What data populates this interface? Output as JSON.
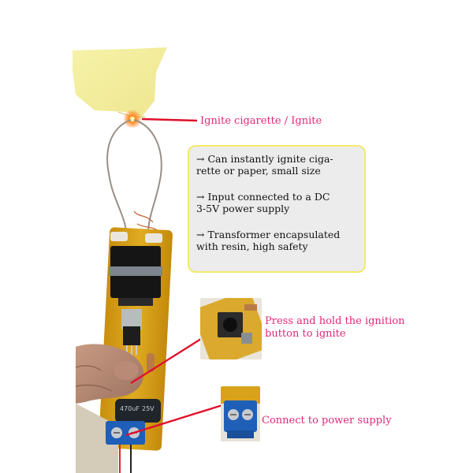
{
  "callouts": {
    "ignite": "Ignite cigarette / Ignite",
    "button_line1": "Press and hold the ignition",
    "button_line2": "button to ignite",
    "power": "Connect to power supply"
  },
  "features": [
    {
      "line1": "→ Can instantly ignite ciga-",
      "line2": "rette or paper, small size"
    },
    {
      "line1": "→  Input connected to a DC",
      "line2": "3-5V power supply"
    },
    {
      "line1": "→ Transformer encapsulated",
      "line2": "with resin, high safety"
    }
  ],
  "board_labels": {
    "capacitor_value": "470uF",
    "capacitor_voltage": "25V"
  },
  "colors": {
    "callout_text": "#e0287a",
    "pointer_line": "#e0102a",
    "info_box_border": "#f3ea6c",
    "info_box_fill": "#ececec",
    "pcb": "#d9a21a",
    "terminal_block": "#1f5fb8"
  },
  "icons": {
    "heating-coil": "glowing wire loop",
    "push-button": "tactile switch",
    "screw-terminal": "blue 2-pin terminal"
  }
}
